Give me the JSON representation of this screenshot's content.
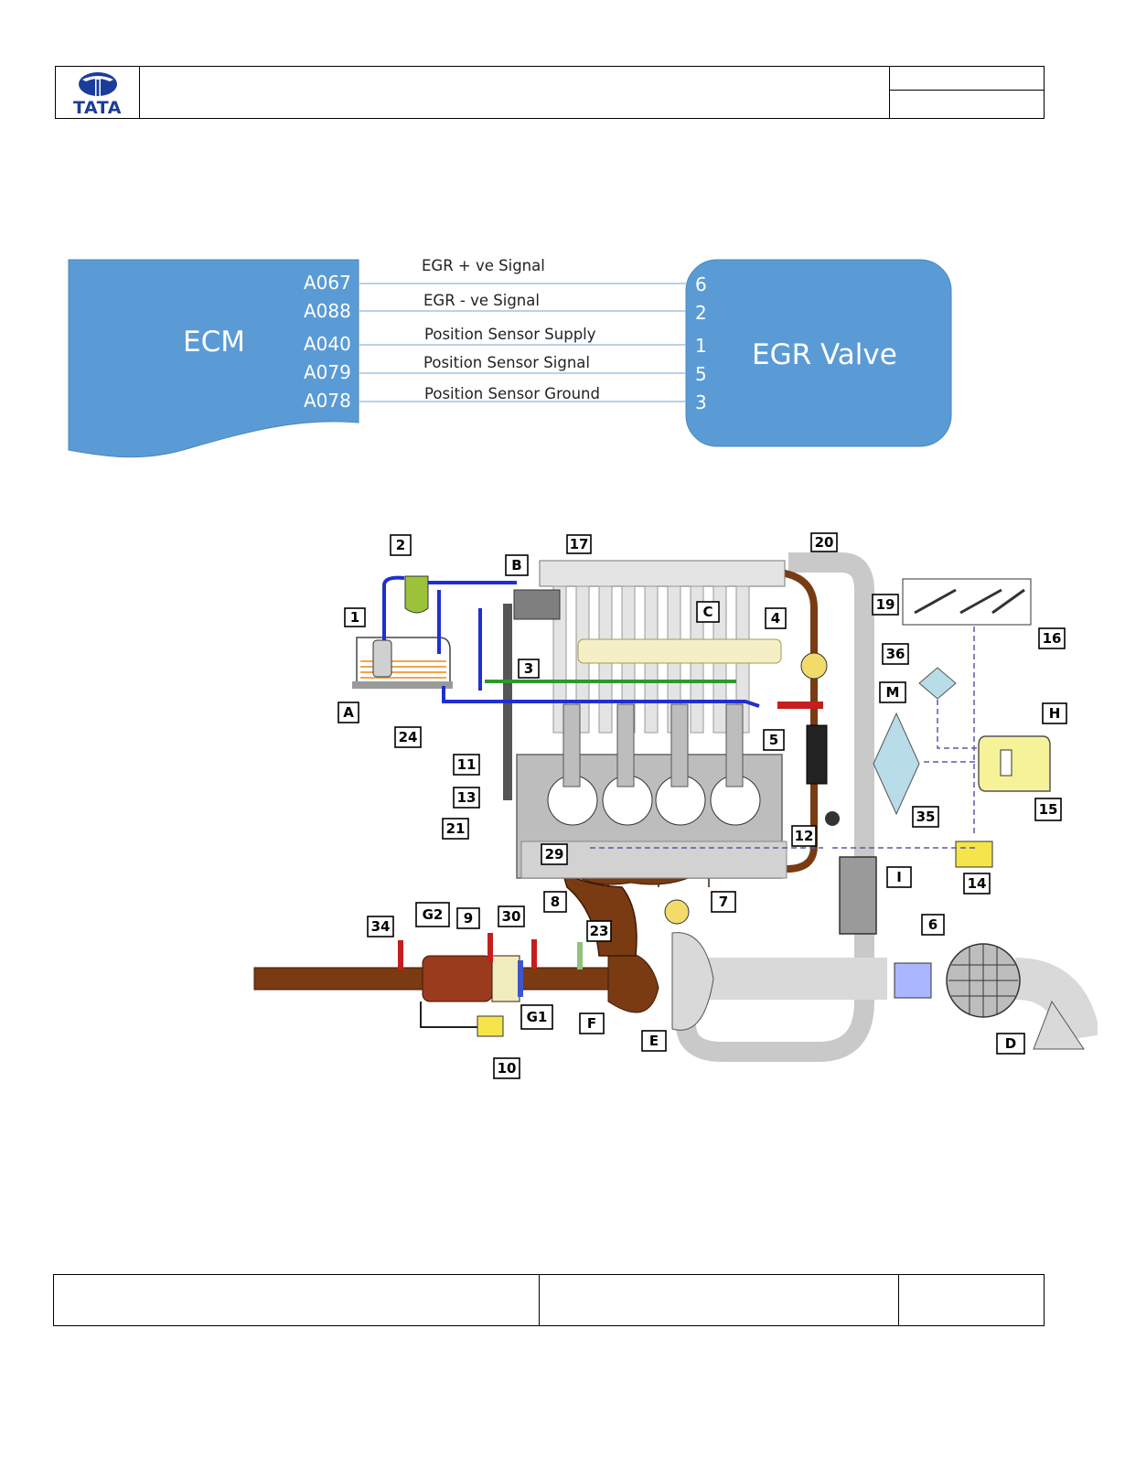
{
  "header": {
    "logo_text": "TATA",
    "title": "",
    "doc_code_top": "",
    "doc_code_bottom": ""
  },
  "wiring": {
    "left_box_label": "ECM",
    "right_box_label": "EGR Valve",
    "connections": [
      {
        "ecm_pin": "A067",
        "signal": "EGR + ve Signal",
        "valve_pin": "6"
      },
      {
        "ecm_pin": "A088",
        "signal": "EGR - ve Signal",
        "valve_pin": "2"
      },
      {
        "ecm_pin": "A040",
        "signal": "Position Sensor Supply",
        "valve_pin": "1"
      },
      {
        "ecm_pin": "A079",
        "signal": "Position Sensor Signal",
        "valve_pin": "5"
      },
      {
        "ecm_pin": "A078",
        "signal": "Position Sensor Ground",
        "valve_pin": "3"
      }
    ],
    "colors": {
      "box_fill": "#5b9bd5",
      "wire": "#9dc3e6"
    }
  },
  "engine_diagram": {
    "callouts": [
      "1",
      "2",
      "3",
      "4",
      "5",
      "6",
      "7",
      "8",
      "9",
      "10",
      "11",
      "12",
      "13",
      "14",
      "15",
      "16",
      "17",
      "19",
      "20",
      "21",
      "23",
      "24",
      "29",
      "30",
      "34",
      "35",
      "36",
      "A",
      "B",
      "C",
      "D",
      "E",
      "F",
      "G1",
      "G2",
      "H",
      "I",
      "M"
    ],
    "colors": {
      "fuel_line": "#1f2fd0",
      "return_line": "#2b9a2b",
      "exhaust": "#7a3b12",
      "intake": "#d9d9d9",
      "engine_block": "#bdbdbd",
      "rail": "#f4efc6",
      "ecu": "#f6f29a"
    }
  },
  "footer": {
    "left": "",
    "center": "",
    "right": ""
  }
}
